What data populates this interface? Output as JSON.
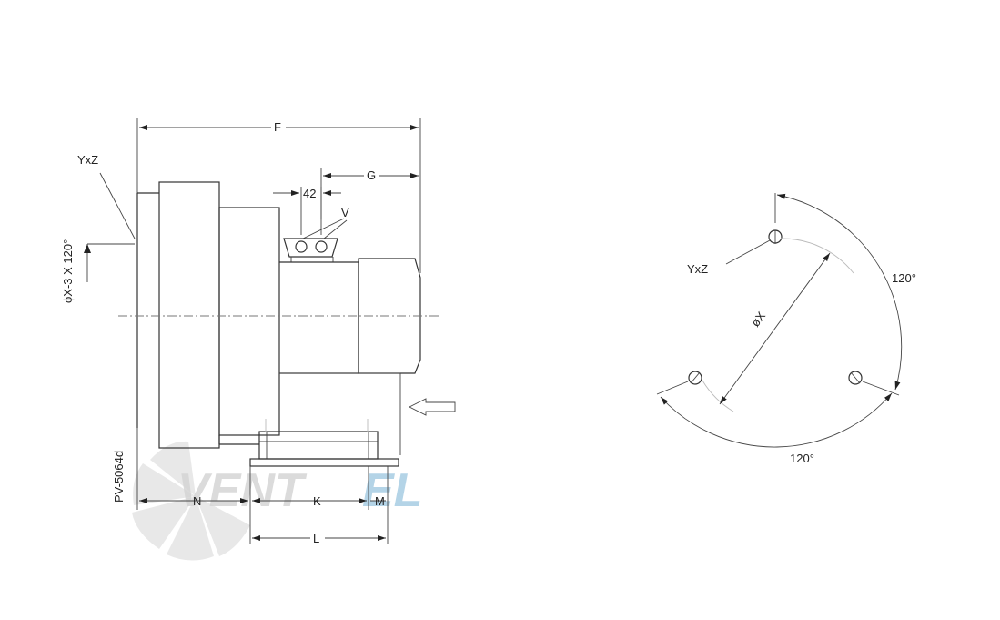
{
  "watermark": {
    "brand_gray": "VENT",
    "brand_blue": "EL",
    "colors": {
      "gray": "#d5d5d5",
      "blue": "#a7cde3"
    }
  },
  "side_view": {
    "dimensions": {
      "F": "F",
      "G": "G",
      "spacing": "42",
      "V": "V",
      "N": "N",
      "K": "K",
      "M": "M",
      "L": "L"
    },
    "flange_label": "YxZ",
    "hole_note": "ϕX-3 X 120°",
    "model": "PV-5064d"
  },
  "flange_view": {
    "bolt_label": "YxZ",
    "diameter_label": "øX",
    "angle_top": "120°",
    "angle_bottom": "120°"
  }
}
